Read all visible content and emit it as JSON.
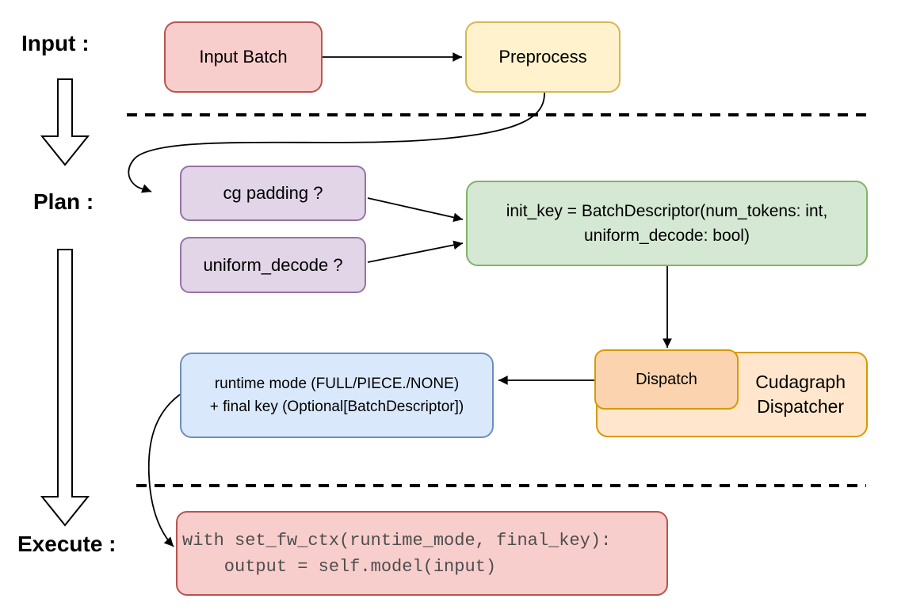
{
  "phase_labels": {
    "input": "Input :",
    "plan": "Plan :",
    "execute": "Execute :"
  },
  "nodes": {
    "input_batch": {
      "label": "Input Batch",
      "fill": "#f8cecc",
      "stroke": "#b85450"
    },
    "preprocess": {
      "label": "Preprocess",
      "fill": "#fff2cc",
      "stroke": "#d6b656"
    },
    "cg_padding": {
      "label": "cg padding ?",
      "fill": "#e1d5e7",
      "stroke": "#9673a6"
    },
    "uniform_decode": {
      "label": "uniform_decode ?",
      "fill": "#e1d5e7",
      "stroke": "#9673a6"
    },
    "init_key": {
      "lines": [
        "init_key = BatchDescriptor(num_tokens: int,",
        "uniform_decode: bool)"
      ],
      "fill": "#d5e8d4",
      "stroke": "#82b366"
    },
    "runtime_mode": {
      "lines": [
        "runtime mode (FULL/PIECE./NONE)",
        "+ final key (Optional[BatchDescriptor])"
      ],
      "fill": "#dae8fc",
      "stroke": "#6c8ebf"
    },
    "dispatch": {
      "label": "Dispatch",
      "fill": "#fbd3ae",
      "stroke": "#d79b00"
    },
    "cudagraph_dispatcher": {
      "lines": [
        "Cudagraph",
        "Dispatcher"
      ],
      "fill": "#ffe6cc",
      "stroke": "#d79b00"
    },
    "execute_code": {
      "lines": [
        "with set_fw_ctx(runtime_mode, final_key):",
        "    output = self.model(input)"
      ],
      "fill": "#f8cecc",
      "stroke": "#b85450"
    }
  },
  "edges": [
    {
      "from": "input_batch",
      "to": "preprocess"
    },
    {
      "from": "preprocess",
      "to": "cg_padding"
    },
    {
      "from": "cg_padding",
      "to": "init_key"
    },
    {
      "from": "uniform_decode",
      "to": "init_key"
    },
    {
      "from": "init_key",
      "to": "dispatch"
    },
    {
      "from": "dispatch",
      "to": "runtime_mode"
    },
    {
      "from": "runtime_mode",
      "to": "execute_code"
    }
  ]
}
